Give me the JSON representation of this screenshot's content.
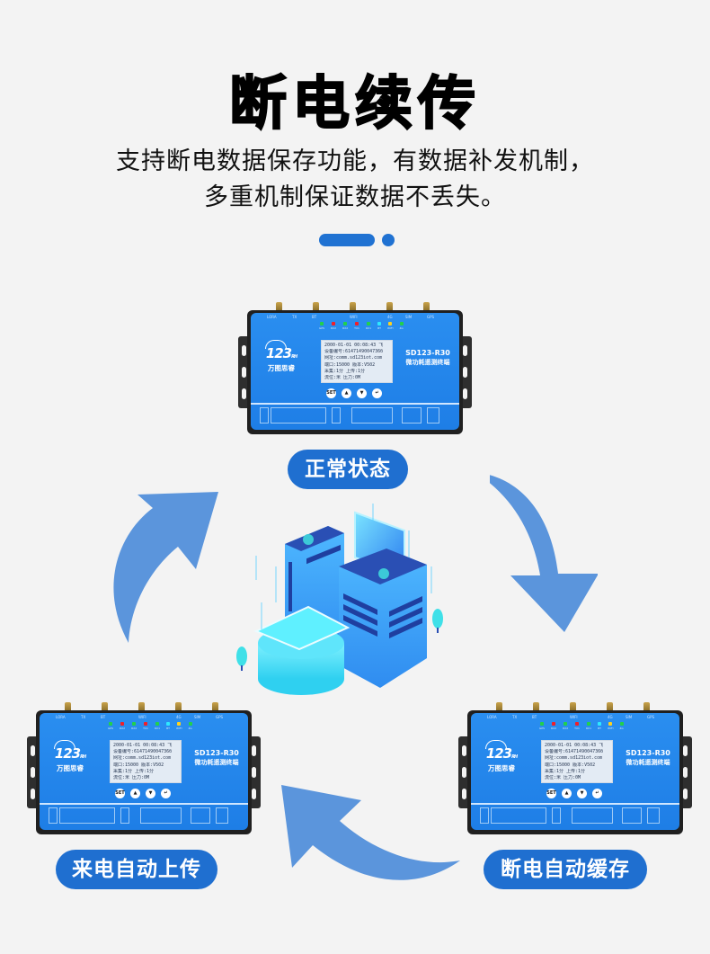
{
  "header": {
    "title": "断电续传",
    "subtitle_line1": "支持断电数据保存功能，有数据补发机制，",
    "subtitle_line2": "多重机制保证数据不丢失。"
  },
  "colors": {
    "background": "#f3f3f3",
    "accent": "#2072d2",
    "pill": "#1f6fd0",
    "arrow": "#5b95dc",
    "device_face": "#1e7ee6"
  },
  "states": {
    "top": "正常状态",
    "bottom_left": "来电自动上传",
    "bottom_right": "断电自动缓存"
  },
  "device": {
    "brand_number": "123",
    "brand_suffix": "RH",
    "brand_name": "万图思睿",
    "model": "SD123-R30",
    "model_desc": "微功耗遥测终端",
    "lcd_lines": [
      "2000-01-01 00:08:43 飞",
      "设备编号:6147149004736б",
      "网址:comm.sd123iot.com",
      "端口:15000  版本:V502",
      "采集:1分    上传:1分",
      "流位:米     压力:0M"
    ],
    "keys": [
      "SET",
      "▲",
      "▼",
      "↵"
    ],
    "top_labels": [
      "LORA",
      "TX",
      "BT",
      "WIFI",
      "4G",
      "SIM",
      "GPS"
    ],
    "leds": [
      {
        "label": "GPS",
        "color": "#22d14a"
      },
      {
        "label": "RX2",
        "color": "#f0202a"
      },
      {
        "label": "RX2",
        "color": "#22d14a"
      },
      {
        "label": "TX1",
        "color": "#f0202a"
      },
      {
        "label": "RX1",
        "color": "#22d14a"
      },
      {
        "label": "BT",
        "color": "#2ee8ff"
      },
      {
        "label": "WIFI",
        "color": "#ffd21e"
      },
      {
        "label": "4G",
        "color": "#22d14a"
      }
    ]
  }
}
